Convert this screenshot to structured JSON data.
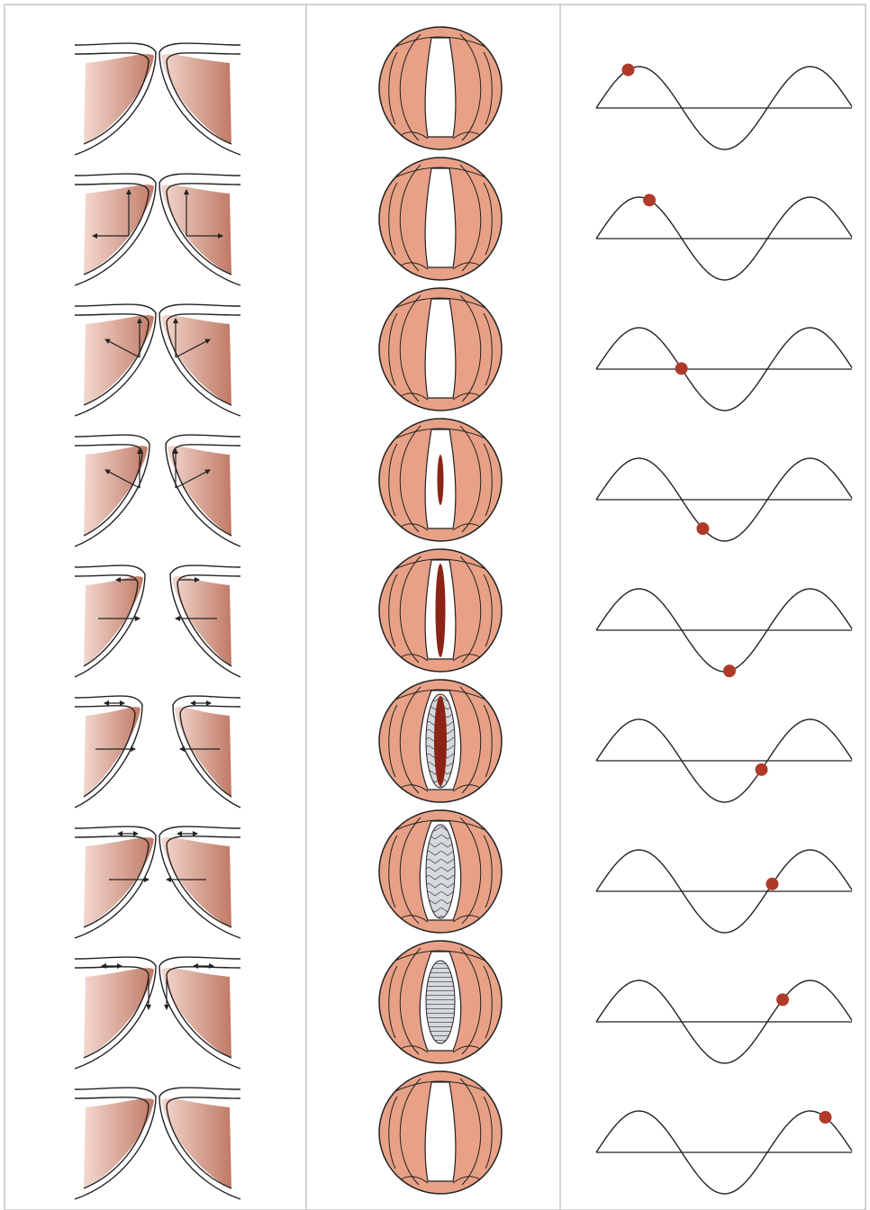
{
  "colors": {
    "tissue": "#e8a186",
    "tissue_dark": "#c98a78",
    "glottis_open": "#8b2416",
    "marker": "#b03a2a",
    "mucosal_wave": "#d3d8dd",
    "outline": "#222222",
    "panel_border": "#aaaaaa"
  },
  "columns": [
    "coronal-section",
    "glottis-top-view",
    "waveform-phase"
  ],
  "frames": [
    {
      "index": 1,
      "glottis": "closed",
      "phase": 0.125,
      "arrows": "none"
    },
    {
      "index": 2,
      "glottis": "closed",
      "phase": 0.208,
      "arrows": "up-and-lateral"
    },
    {
      "index": 3,
      "glottis": "closed",
      "phase": 0.333,
      "arrows": "oblique-lateral"
    },
    {
      "index": 4,
      "glottis": "slit",
      "phase": 0.417,
      "arrows": "oblique-lateral"
    },
    {
      "index": 5,
      "glottis": "open",
      "phase": 0.521,
      "arrows": "lateral"
    },
    {
      "index": 6,
      "glottis": "wide-open-mucosal-wave",
      "phase": 0.646,
      "arrows": "medial"
    },
    {
      "index": 7,
      "glottis": "closing-chevron-wave",
      "phase": 0.688,
      "arrows": "medial"
    },
    {
      "index": 8,
      "glottis": "closing-striped-wave",
      "phase": 0.729,
      "arrows": "downward"
    },
    {
      "index": 9,
      "glottis": "closed",
      "phase": 0.896,
      "arrows": "none"
    }
  ]
}
